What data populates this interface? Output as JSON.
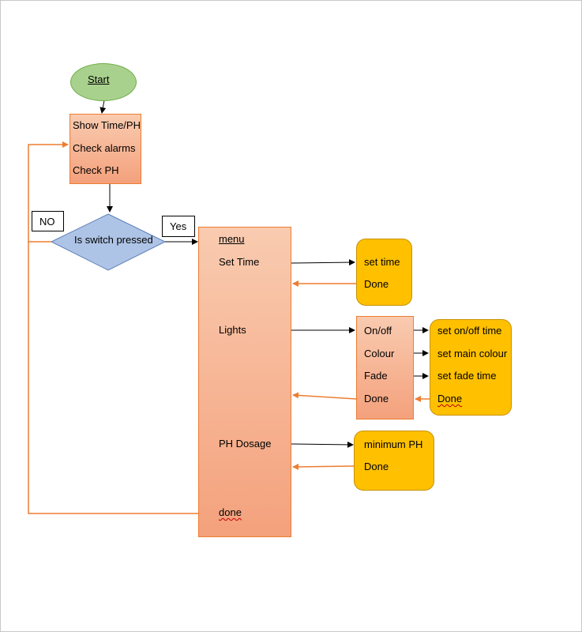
{
  "flowchart": {
    "start": "Start",
    "init_box": [
      "Show Time/PH",
      "Check alarms",
      "Check PH"
    ],
    "decision": "Is switch pressed",
    "no_label": "NO",
    "yes_label": "Yes",
    "menu": {
      "title": "menu",
      "items": [
        "Set Time",
        "Lights",
        "PH Dosage",
        "done"
      ]
    },
    "set_time_box": [
      "set time",
      "Done"
    ],
    "lights_box": [
      "On/off",
      "Colour",
      "Fade",
      "Done"
    ],
    "lights_sub_box": [
      "set on/off time",
      "set main colour",
      "set fade time",
      "Done"
    ],
    "ph_box": [
      "minimum PH",
      "Done"
    ]
  },
  "colors": {
    "start_fill": "#a9d18e",
    "decision_fill": "#aec4e6",
    "process_fill": "#f4b08f",
    "submenu_fill": "#ffc000",
    "return_arrow": "#ed7d31",
    "forward_arrow": "#000000"
  }
}
